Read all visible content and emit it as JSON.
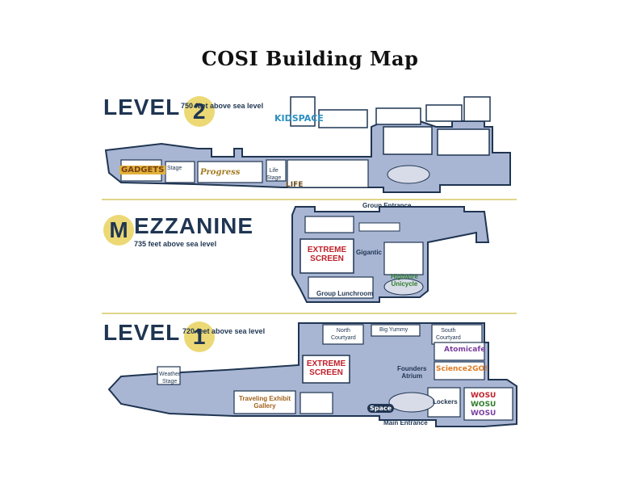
{
  "title": "COSI Building Map",
  "levels": {
    "level2": {
      "word": "LEVEL",
      "number": "2",
      "elevation": "750 feet above sea level"
    },
    "mezzanine": {
      "initial": "M",
      "word": "EZZANINE",
      "elevation": "735 feet above sea level"
    },
    "level1": {
      "word": "LEVEL",
      "number": "1",
      "elevation": "720 feet above sea level"
    }
  },
  "labels": {
    "stage": "Stage",
    "life_stage_1": "Life",
    "life_stage_2": "Stage",
    "group_entrance": "Group Entrance",
    "extreme_screen_1": "EXTREME",
    "extreme_screen_2": "SCREEN",
    "gigantic": "Gigantic",
    "highwire_1": "Highwire",
    "highwire_2": "Unicycle",
    "group_lunchroom": "Group Lunchroom",
    "north_courtyard_1": "North",
    "north_courtyard_2": "Courtyard",
    "big_yummy": "Big Yummy",
    "south_courtyard_1": "South",
    "south_courtyard_2": "Courtyard",
    "weather_stage_1": "Weather",
    "weather_stage_2": "Stage",
    "founders_atrium_1": "Founders",
    "founders_atrium_2": "Atrium",
    "traveling_exhibit_1": "Traveling Exhibit",
    "traveling_exhibit_2": "Gallery",
    "main_entrance": "Main Entrance",
    "lockers": "Lockers"
  },
  "logos": {
    "kidspace": "KIDSPACE",
    "gadgets": "GADGETS",
    "progress": "Progress",
    "life": "LIFE",
    "atomicafe": "Atomicafe",
    "science2go": "Science2GO!",
    "wosu": [
      "WOSU",
      "WOSU",
      "WOSU"
    ],
    "space": "Space"
  },
  "colors": {
    "floor": "#a9b6d3",
    "outline": "#1f3552",
    "accent_yellow": "#ecd975",
    "extreme_red": "#c0202a"
  }
}
